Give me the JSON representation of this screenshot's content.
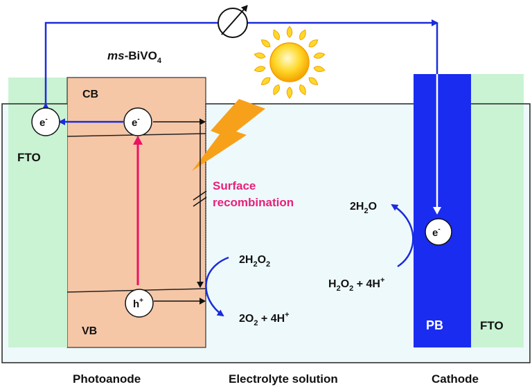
{
  "material": {
    "prefix": "ms",
    "name": "-BiVO",
    "sub": "4"
  },
  "bands": {
    "cb": "CB",
    "vb": "VB"
  },
  "fto_left": "FTO",
  "fto_right": "FTO",
  "pb": "PB",
  "electron": {
    "base": "e",
    "sup": "-"
  },
  "hole": {
    "base": "h",
    "sup": "+"
  },
  "surface_recombination": {
    "line1": "Surface",
    "line2": "recombination"
  },
  "anode_reaction": {
    "reactant": {
      "a": "2H",
      "a_sub": "2",
      "b": "O",
      "b_sub": "2"
    },
    "product": {
      "a": "2O",
      "a_sub": "2",
      "b": " + 4H",
      "b_sup": "+"
    }
  },
  "cathode_reaction": {
    "product": {
      "a": "2H",
      "a_sub": "2",
      "b": "O"
    },
    "reactant": {
      "a": "H",
      "a_sub": "2",
      "b": "O",
      "b_sub": "2",
      "c": " + 4H",
      "c_sup": "+"
    }
  },
  "labels": {
    "photoanode": "Photoanode",
    "electrolyte": "Electrolyte solution",
    "cathode": "Cathode"
  },
  "colors": {
    "fto": "#c9f3d2",
    "electrolyte": "#eef9fc",
    "semiconductor": "#f5c7a7",
    "pb": "#1a2cf0",
    "circuit": "#1a2cdb",
    "excitation": "#ee1166",
    "recombination_text": "#e8207a",
    "lightning": "#f7a11b"
  }
}
